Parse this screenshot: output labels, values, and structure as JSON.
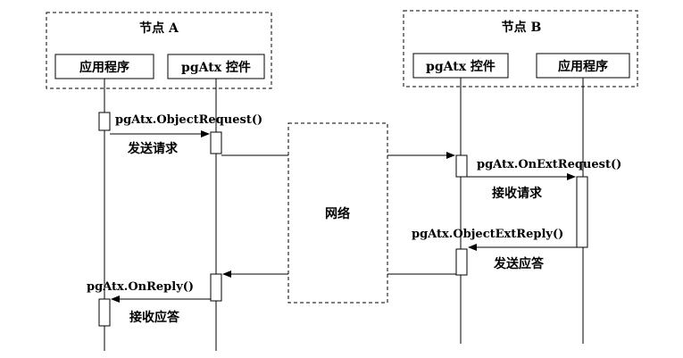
{
  "nodes": {
    "a": {
      "title": "节点 A",
      "app": "应用程序",
      "ctrl": "pgAtx 控件"
    },
    "b": {
      "title": "节点 B",
      "ctrl": "pgAtx 控件",
      "app": "应用程序"
    }
  },
  "network": {
    "label": "网络"
  },
  "messages": {
    "object_request": "pgAtx.ObjectRequest()",
    "send_request": "发送请求",
    "on_ext_request": "pgAtx.OnExtRequest()",
    "receive_request": "接收请求",
    "object_ext_reply": "pgAtx.ObjectExtReply()",
    "send_reply": "发送应答",
    "on_reply": "pgAtx.OnReply()",
    "receive_reply": "接收应答"
  }
}
